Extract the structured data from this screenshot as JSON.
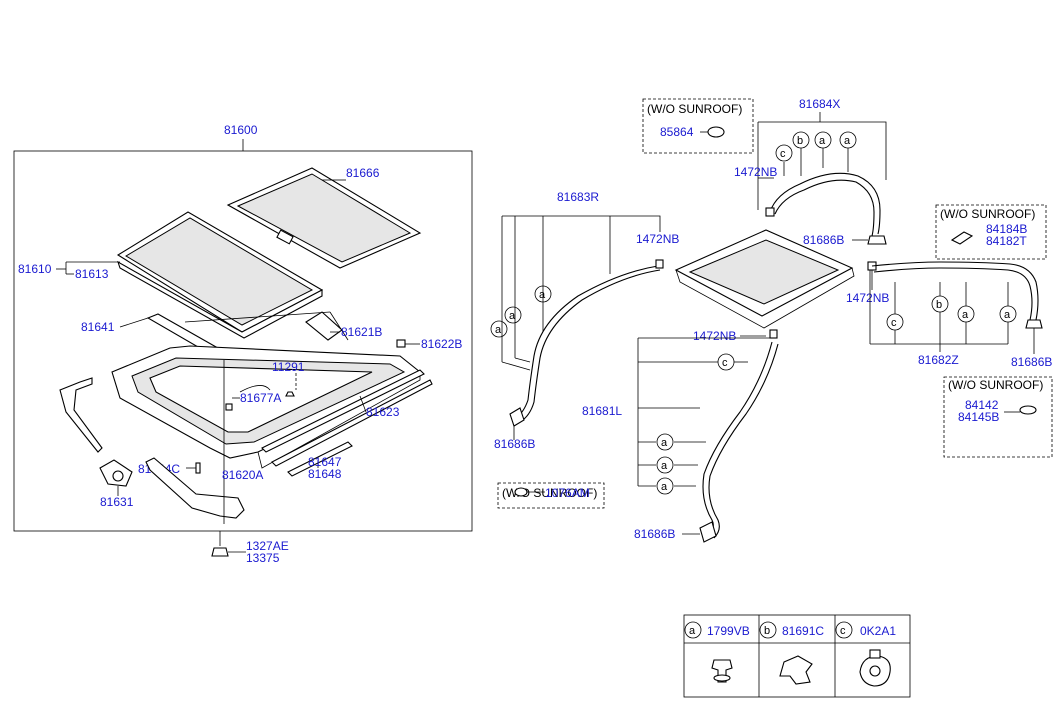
{
  "colors": {
    "label": "#1a1ad0",
    "line": "#000000"
  },
  "labels": {
    "p81600": "81600",
    "p81666": "81666",
    "p81610": "81610",
    "p81613": "81613",
    "p81641": "81641",
    "p81621B": "81621B",
    "p81622B": "81622B",
    "p11291": "11291",
    "p81677A": "81677A",
    "p81623": "81623",
    "p81644C": "81644C",
    "p81647": "81647",
    "p81648": "81648",
    "p81620A": "81620A",
    "p81631": "81631",
    "p1327AE": "1327AE",
    "p13375": "13375",
    "p81683R": "81683R",
    "p1472NB_1": "1472NB",
    "p1472NB_2": "1472NB",
    "p1472NB_3": "1472NB",
    "p1472NB_4": "1472NB",
    "p81684X": "81684X",
    "p85864": "85864",
    "p81686B_1": "81686B",
    "p81686B_2": "81686B",
    "p81686B_3": "81686B",
    "p81686B_4": "81686B",
    "p84184B": "84184B",
    "p84182T": "84182T",
    "p81682Z": "81682Z",
    "p84142": "84142",
    "p84145B": "84145B",
    "p81681L": "81681L",
    "p1076AM": "1076AM"
  },
  "notes": {
    "wo1": "(W/O SUNROOF)",
    "wo2": "(W/O SUNROOF)",
    "wo3": "(W/O SUNROOF)",
    "wo4": "(W/O SUNROOF)"
  },
  "circles": {
    "a": "a",
    "b": "b",
    "c": "c"
  },
  "legend": {
    "items": [
      {
        "key": "a",
        "part": "1799VB"
      },
      {
        "key": "b",
        "part": "81691C"
      },
      {
        "key": "c",
        "part": "0K2A1"
      }
    ]
  }
}
